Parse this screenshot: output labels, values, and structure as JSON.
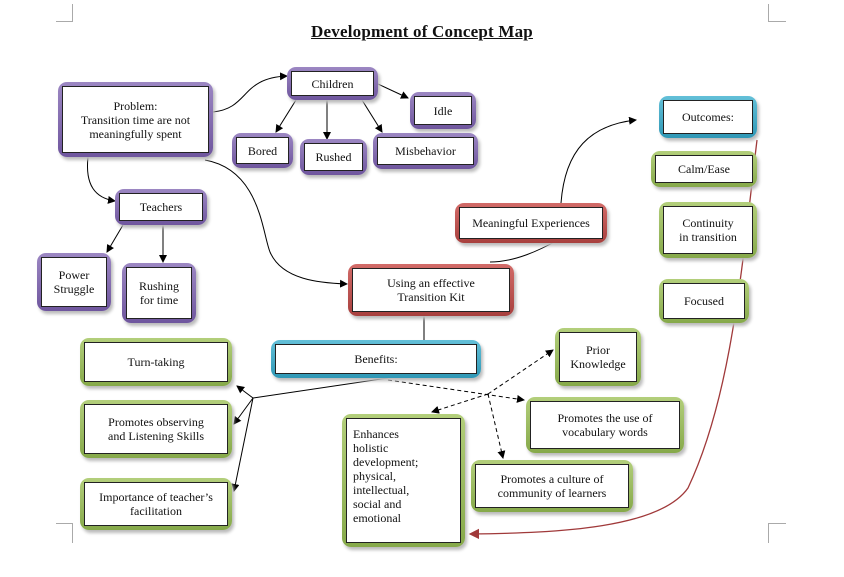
{
  "title": "Development of Concept Map",
  "nodes": {
    "problem": "Problem:\nTransition time are not\nmeaningfully spent",
    "children": "Children",
    "idle": "Idle",
    "bored": "Bored",
    "rushed": "Rushed",
    "misbehavior": "Misbehavior",
    "teachers": "Teachers",
    "power_struggle": "Power\nStruggle",
    "rushing_for_time": "Rushing\nfor time",
    "transition_kit": "Using an effective\nTransition Kit",
    "meaningful_experiences": "Meaningful Experiences",
    "benefits": "Benefits:",
    "turn_taking": "Turn-taking",
    "observing_listening": "Promotes observing\nand Listening Skills",
    "teacher_facilitation": "Importance of teacher’s\nfacilitation",
    "prior_knowledge": "Prior\nKnowledge",
    "vocabulary": "Promotes the use of\nvocabulary words",
    "community": "Promotes a culture of\ncommunity of learners",
    "holistic": "Enhances\nholistic\ndevelopment;\nphysical,\nintellectual,\nsocial and\nemotional",
    "outcomes": "Outcomes:",
    "calm_ease": "Calm/Ease",
    "continuity": "Continuity\nin transition",
    "focused": "Focused"
  },
  "colors": {
    "purple": "#7d66ad",
    "red": "#b94f4c",
    "blue": "#45aac6",
    "green": "#9bbb59",
    "arrow": "#000000",
    "outcome_arrow": "#a0393a"
  }
}
